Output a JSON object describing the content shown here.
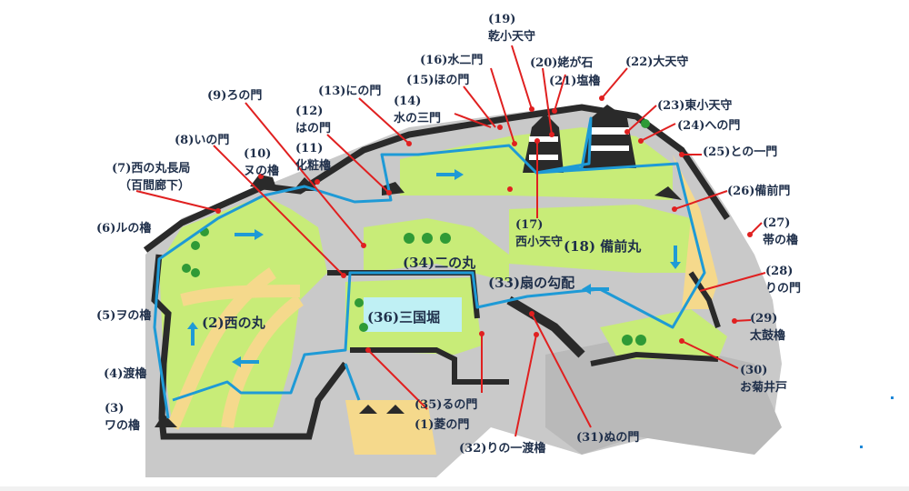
{
  "title": "姫路城 見学順路",
  "labels": [
    {
      "id": "1",
      "lines": [
        "(1)菱の門"
      ]
    },
    {
      "id": "2",
      "lines": [
        "(2)西の丸"
      ]
    },
    {
      "id": "3",
      "lines": [
        "(3)",
        "ワの櫓"
      ]
    },
    {
      "id": "4",
      "lines": [
        "(4)渡櫓"
      ]
    },
    {
      "id": "5",
      "lines": [
        "(5)ヲの櫓"
      ]
    },
    {
      "id": "6",
      "lines": [
        "(6)ルの櫓"
      ]
    },
    {
      "id": "7",
      "lines": [
        "(7)西の丸長局",
        "（百間廊下）"
      ]
    },
    {
      "id": "8",
      "lines": [
        "(8)いの門"
      ]
    },
    {
      "id": "9",
      "lines": [
        "(9)ろの門"
      ]
    },
    {
      "id": "10",
      "lines": [
        "(10)",
        "ヌの櫓"
      ]
    },
    {
      "id": "11",
      "lines": [
        "(11)",
        "化粧櫓"
      ]
    },
    {
      "id": "12",
      "lines": [
        "(12)",
        "はの門"
      ]
    },
    {
      "id": "13",
      "lines": [
        "(13)にの門"
      ]
    },
    {
      "id": "14",
      "lines": [
        "(14)",
        "水の三門"
      ]
    },
    {
      "id": "15",
      "lines": [
        "(15)ほの門"
      ]
    },
    {
      "id": "16",
      "lines": [
        "(16)水二門"
      ]
    },
    {
      "id": "17",
      "lines": [
        "(17)",
        "西小天守"
      ]
    },
    {
      "id": "18",
      "lines": [
        "(18) 備前丸"
      ]
    },
    {
      "id": "19",
      "lines": [
        "(19)",
        "乾小天守"
      ]
    },
    {
      "id": "20",
      "lines": [
        "(20)姥が石"
      ]
    },
    {
      "id": "21",
      "lines": [
        "(21)塩櫓"
      ]
    },
    {
      "id": "22",
      "lines": [
        "(22)大天守"
      ]
    },
    {
      "id": "23",
      "lines": [
        "(23)東小天守"
      ]
    },
    {
      "id": "24",
      "lines": [
        "(24)への門"
      ]
    },
    {
      "id": "25",
      "lines": [
        "(25)との一門"
      ]
    },
    {
      "id": "26",
      "lines": [
        "(26)備前門"
      ]
    },
    {
      "id": "27",
      "lines": [
        "(27)",
        "帯の櫓"
      ]
    },
    {
      "id": "28",
      "lines": [
        "(28)",
        "りの門"
      ]
    },
    {
      "id": "29",
      "lines": [
        "(29)",
        "太鼓櫓"
      ]
    },
    {
      "id": "30",
      "lines": [
        "(30)",
        "お菊井戸"
      ]
    },
    {
      "id": "31",
      "lines": [
        "(31)ぬの門"
      ]
    },
    {
      "id": "32",
      "lines": [
        "(32)りの一渡櫓"
      ]
    },
    {
      "id": "33",
      "lines": [
        "(33)扇の勾配"
      ]
    },
    {
      "id": "34",
      "lines": [
        "(34)二の丸"
      ]
    },
    {
      "id": "35",
      "lines": [
        "(35)るの門"
      ]
    },
    {
      "id": "36",
      "lines": [
        "(36)三国堀"
      ]
    }
  ],
  "colors": {
    "route": "#1e9ad6",
    "leader": "#e02020",
    "lawn": "#c8ec78",
    "path": "#f5d98c",
    "wall": "#2a2a2a",
    "stone": "#c9c9c9",
    "moat": "#bff0f4"
  }
}
